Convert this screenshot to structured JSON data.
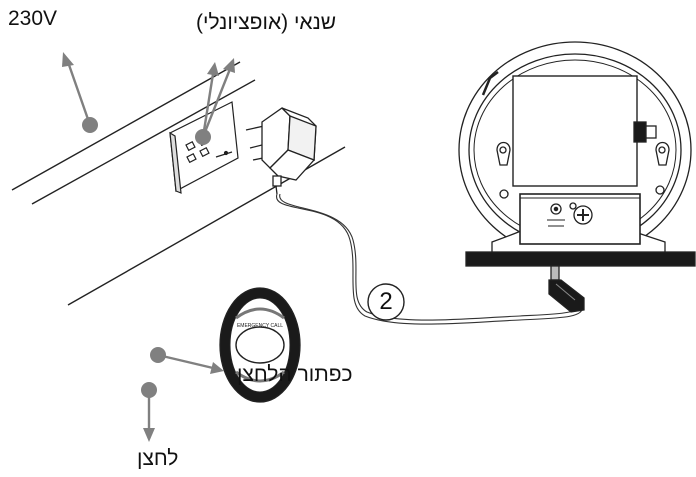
{
  "labels": {
    "voltage": "230V",
    "adapter": "שנאי (אופציונלי)",
    "panic_button": "כפתור הלחצן",
    "press": "לחצן",
    "step_number": "2"
  },
  "device_labels": {
    "pendant_text": "EMERGENCY CALL"
  },
  "colors": {
    "line": "#222222",
    "pointer": "#808080",
    "dark": "#1a1a1a",
    "mid": "#555555"
  },
  "icons": [
    "wall-socket-icon",
    "power-adapter-icon",
    "base-unit-icon",
    "panic-pendant-icon",
    "dc-plug-icon"
  ]
}
